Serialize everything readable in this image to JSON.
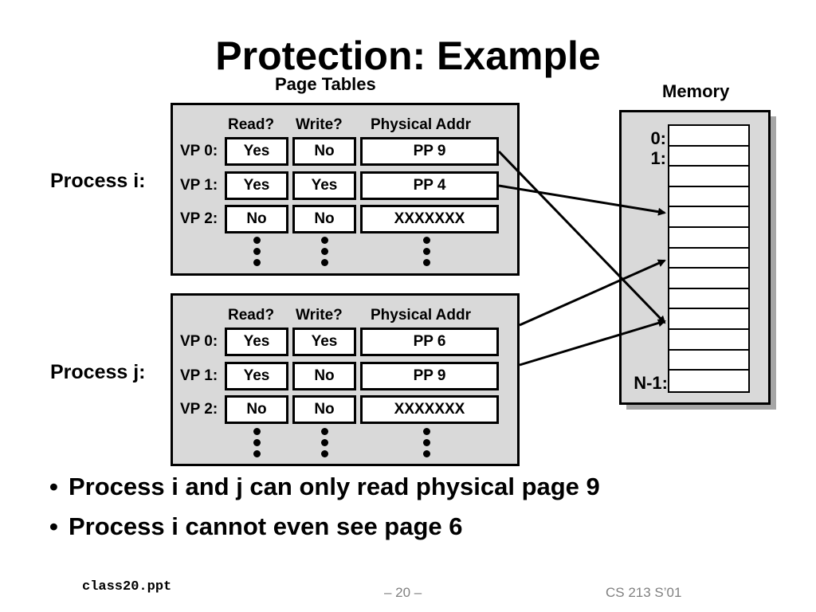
{
  "title": "Protection: Example",
  "page_tables_label": "Page Tables",
  "memory_label": "Memory",
  "columns": {
    "read": "Read?",
    "write": "Write?",
    "addr": "Physical Addr"
  },
  "processes": [
    {
      "label": "Process i:",
      "rows": [
        {
          "vp": "VP 0:",
          "read": "Yes",
          "write": "No",
          "addr": "PP 9"
        },
        {
          "vp": "VP 1:",
          "read": "Yes",
          "write": "Yes",
          "addr": "PP 4"
        },
        {
          "vp": "VP 2:",
          "read": "No",
          "write": "No",
          "addr": "XXXXXXX"
        }
      ]
    },
    {
      "label": "Process j:",
      "rows": [
        {
          "vp": "VP 0:",
          "read": "Yes",
          "write": "Yes",
          "addr": "PP 6"
        },
        {
          "vp": "VP 1:",
          "read": "Yes",
          "write": "No",
          "addr": "PP 9"
        },
        {
          "vp": "VP 2:",
          "read": "No",
          "write": "No",
          "addr": "XXXXXXX"
        }
      ]
    }
  ],
  "memory_labels": {
    "first": "0:",
    "second": "1:",
    "last": "N-1:"
  },
  "bullets": [
    "Process i and j can only read physical page 9",
    "Process i cannot even see page 6"
  ],
  "footer": {
    "file": "class20.ppt",
    "page": "– 20 –",
    "course": "CS 213 S’01"
  }
}
